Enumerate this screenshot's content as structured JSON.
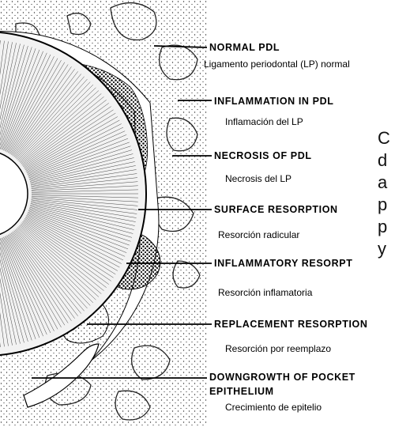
{
  "labels": [
    {
      "key": "normal_pdl",
      "title": "NORMAL PDL",
      "subtitle": "Ligamento periodontal (LP) normal"
    },
    {
      "key": "inflammation_pdl",
      "title": "INFLAMMATION IN PDL",
      "subtitle": "Inflamación del LP"
    },
    {
      "key": "necrosis_pdl",
      "title": "NECROSIS OF PDL",
      "subtitle": "Necrosis del LP"
    },
    {
      "key": "surface_resorption",
      "title": "SURFACE RESORPTION",
      "subtitle": "Resorción radicular"
    },
    {
      "key": "inflammatory_resorption",
      "title": "INFLAMMATORY RESORPT",
      "subtitle": "Resorción inflamatoria"
    },
    {
      "key": "replacement_resorption",
      "title": "REPLACEMENT RESORPTION",
      "subtitle": "Resorción por reemplazo"
    },
    {
      "key": "downgrowth_epithelium",
      "title": "DOWNGROWTH OF POCKET",
      "title2": "EPITHELIUM",
      "subtitle": "Crecimiento de epitelio"
    }
  ],
  "side_text": [
    "C",
    "d",
    "a",
    "p",
    "p",
    "y"
  ],
  "colors": {
    "ink": "#000000",
    "paper": "#ffffff",
    "pulp": "#ffffff"
  }
}
